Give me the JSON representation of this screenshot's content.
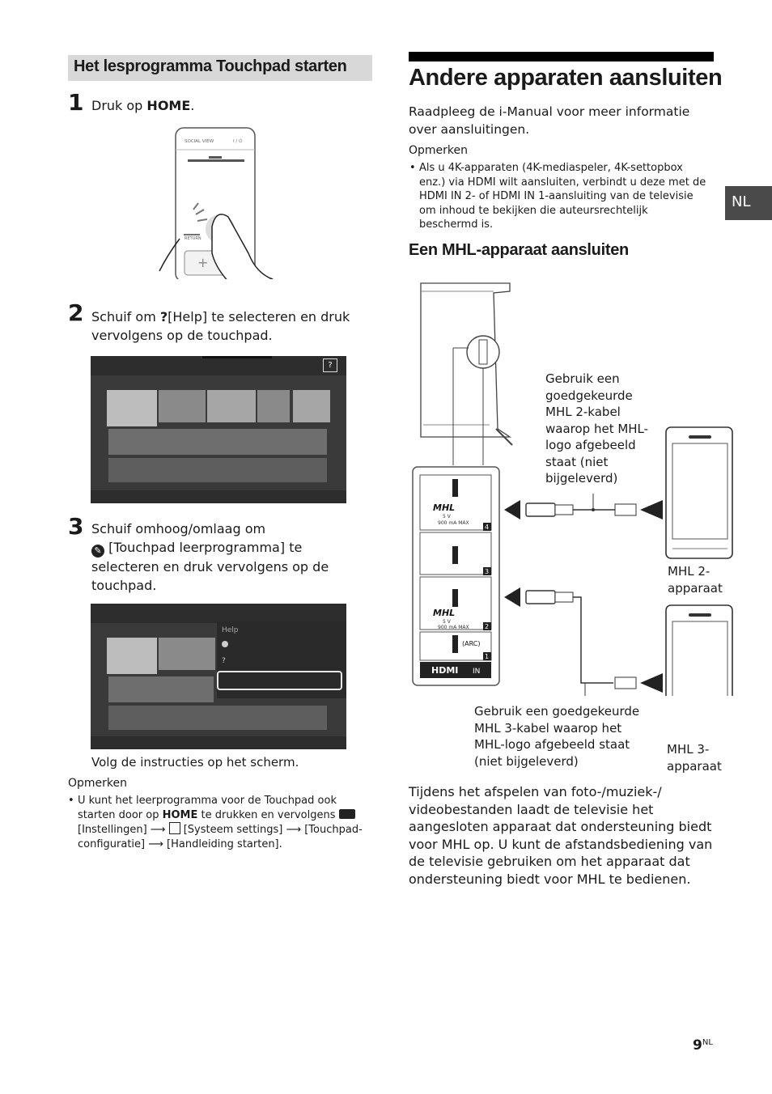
{
  "left": {
    "section_title": "Het lesprogramma Touchpad starten",
    "step1": {
      "num": "1",
      "text_a": "Druk op ",
      "text_b": "HOME",
      "text_c": "."
    },
    "remote": {
      "social_view": "SOCIAL VIEW",
      "power_label": "I / ⏻",
      "return_label": "RETURN"
    },
    "step2": {
      "num": "2",
      "line1_a": "Schuif om ",
      "line1_b": "[Help] te selecteren en druk",
      "line2": "vervolgens op de touchpad."
    },
    "step3": {
      "num": "3",
      "line1": "Schuif omhoog/omlaag om",
      "line2": "[Touchpad leerprogramma] te",
      "line3": "selecteren en druk vervolgens op de",
      "line4": "touchpad."
    },
    "screen2_menu": {
      "help_title": "Help"
    },
    "follow_text": "Volg de instructies op het scherm.",
    "notes_title": "Opmerken",
    "note1": {
      "l1_a": "U kunt het leerprogramma voor de Touchpad ook",
      "l2_a": "starten door op ",
      "l2_b": "HOME",
      "l2_c": " te drukken en vervolgens",
      "l3_a": "[Instellingen] ",
      "l3_b": "[Systeem settings] ",
      "l3_c": "[Touchpad-",
      "l4_a": "configuratie] ",
      "l4_b": "[Handleiding starten]."
    }
  },
  "right": {
    "title": "Andere apparaten aansluiten",
    "intro_l1": "Raadpleeg de i-Manual voor meer informatie",
    "intro_l2": "over aansluitingen.",
    "notes_title": "Opmerken",
    "note_l1": "Als u 4K-apparaten (4K-mediaspeler, 4K-settopbox",
    "note_l2": "enz.) via HDMI wilt aansluiten, verbindt u deze met de",
    "note_l3": "HDMI IN 2- of HDMI IN 1-aansluiting van de televisie",
    "note_l4": "om inhoud te bekijken die auteursrechtelijk",
    "note_l5": "beschermd is.",
    "mhl_heading": "Een MHL-apparaat aansluiten",
    "callout_mhl2": [
      "Gebruik een",
      "goedgekeurde",
      "MHL 2-kabel",
      "waarop het MHL-",
      "logo afgebeeld",
      "staat (niet",
      "bijgeleverd)"
    ],
    "callout_mhl3": [
      "Gebruik een goedgekeurde",
      "MHL 3-kabel waarop het",
      "MHL-logo afgebeeld staat",
      "(niet bijgeleverd)"
    ],
    "device2_label": [
      "MHL 2-",
      "apparaat"
    ],
    "device3_label": [
      "MHL 3-",
      "apparaat"
    ],
    "ports": {
      "mhl_logo": "MHL",
      "spec_v": "5 V",
      "spec_ma": "900 mA MAX",
      "port4": "4",
      "port3": "3",
      "port2": "2",
      "port1": "1",
      "arc": "(ARC)",
      "hdmi": "HDMI",
      "hdmi_in": "IN"
    },
    "body": [
      "Tijdens het afspelen van foto-/muziek-/",
      "videobestanden laadt de televisie het",
      "aangesloten apparaat dat ondersteuning biedt",
      "voor MHL op. U kunt de afstandsbediening van",
      "de televisie gebruiken om het apparaat dat",
      "ondersteuning biedt voor MHL te bedienen."
    ]
  },
  "lang_tab": "NL",
  "page_number": "9",
  "page_suffix": "NL"
}
